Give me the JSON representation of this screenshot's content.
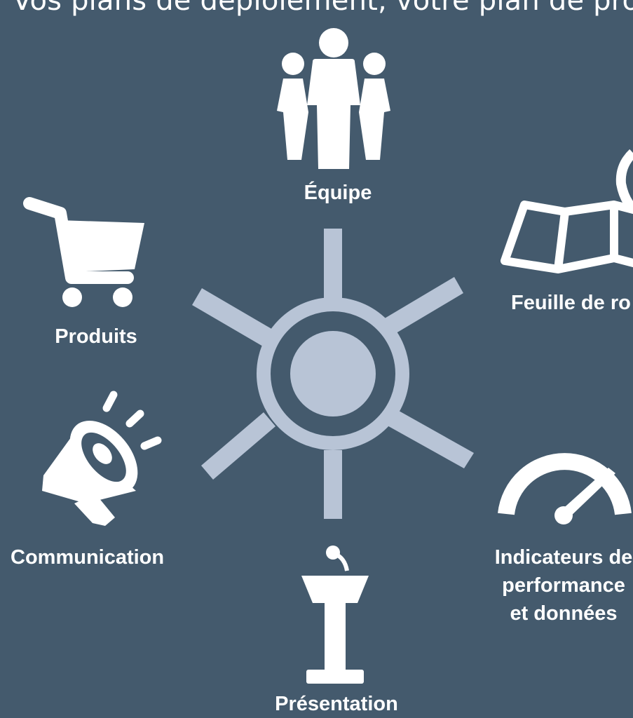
{
  "title": "Vos plans de déploiement, votre plan de proj",
  "colors": {
    "background": "#445a6d",
    "hub": "#b8c4d6",
    "icon": "#ffffff"
  },
  "nodes": {
    "team": {
      "label": "Équipe",
      "icon": "people-group-icon"
    },
    "roadmap": {
      "label": "Feuille de ro",
      "icon": "map-icon"
    },
    "products": {
      "label": "Produits",
      "icon": "shopping-cart-icon"
    },
    "communication": {
      "label": "Communication",
      "icon": "megaphone-icon"
    },
    "kpi": {
      "lines": [
        "Indicateurs de",
        "performance",
        "et données"
      ],
      "icon": "speedometer-icon"
    },
    "presentation": {
      "label": "Présentation",
      "icon": "podium-icon"
    }
  }
}
